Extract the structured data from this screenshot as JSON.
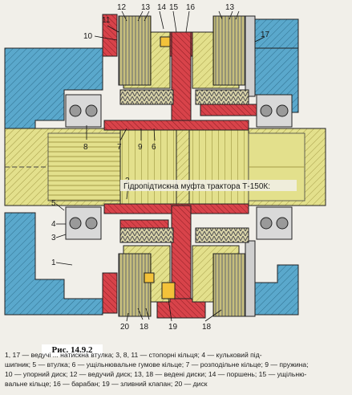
{
  "figure": {
    "title": "Гідропідтискна муфта трактора Т-150К:",
    "label": "Рис. 14.9.2",
    "legend_lines": [
      "1, 17 — ведучі ... натискна втулка; 3, 8, 11 — стопорні кільця; 4 — кульковий під-",
      "шипник; 5 — втулка; 6 — ущільнювальне гумове кільце; 7 — розподільне кільце; 9 — пружина;",
      "10 — упорний диск; 12 — ведучий диск; 13, 18 — ведені диски; 14 — поршень; 15 — ущільню-",
      "вальне кільце; 16 — барабан; 19 — зливний клапан; 20 — диск"
    ]
  },
  "callouts": {
    "n1": "1",
    "n2": "2",
    "n3": "3",
    "n4": "4",
    "n5": "5",
    "n6": "6",
    "n7": "7",
    "n8": "8",
    "n9": "9",
    "n10": "10",
    "n11": "11",
    "n12": "12",
    "n13a": "13",
    "n13b": "13",
    "n14": "14",
    "n15": "15",
    "n16": "16",
    "n17": "17",
    "n18a": "18",
    "n18b": "18",
    "n19": "19",
    "n20": "20"
  },
  "colors": {
    "housing_blue": "#5aa8cc",
    "shaft_yellow": "#e3e08c",
    "drum_red": "#d8434a",
    "spring_gray": "#8e8e8e",
    "background": "#f1efe9"
  }
}
